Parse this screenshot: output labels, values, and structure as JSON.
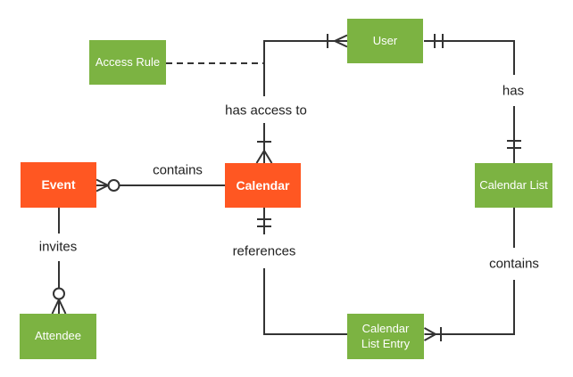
{
  "diagram": {
    "type": "entity-relationship",
    "background": "#FFFFFF",
    "colors": {
      "entity_green": "#7CB342",
      "entity_orange": "#FF5722",
      "connector_line": "#333333",
      "relationship_text": "#212121",
      "entity_text": "#FFFFFF"
    },
    "entities": [
      {
        "label": "Access Rule",
        "color": "#7CB342"
      },
      {
        "label": "User",
        "color": "#7CB342"
      },
      {
        "label": "Event",
        "color": "#FF5722"
      },
      {
        "label": "Calendar",
        "color": "#FF5722"
      },
      {
        "label": "Calendar List",
        "color": "#7CB342"
      },
      {
        "label": "Attendee",
        "color": "#7CB342"
      },
      {
        "label": "Calendar List Entry",
        "color": "#7CB342"
      }
    ],
    "relationships": [
      {
        "label": "contains",
        "from": "Calendar",
        "to": "Event",
        "from_end": "plain",
        "to_end": "zero-or-many",
        "style": "solid"
      },
      {
        "label": "invites",
        "from": "Event",
        "to": "Attendee",
        "from_end": "plain",
        "to_end": "zero-or-many",
        "style": "solid"
      },
      {
        "label": "has access to",
        "from": "User",
        "to": "Calendar",
        "from_end": "one-or-many",
        "to_end": "one-or-many",
        "style": "solid"
      },
      {
        "label": "has",
        "from": "User",
        "to": "Calendar List",
        "from_end": "one-and-only-one",
        "to_end": "one-and-only-one",
        "style": "solid"
      },
      {
        "label": "contains",
        "from": "Calendar List",
        "to": "Calendar List Entry",
        "from_end": "plain",
        "to_end": "one-or-many",
        "style": "solid"
      },
      {
        "label": "references",
        "from": "Calendar",
        "to": "Calendar List Entry",
        "from_end": "one-and-only-one",
        "to_end": "plain",
        "style": "solid"
      },
      {
        "label": "",
        "from": "Access Rule",
        "to": "has access to",
        "from_end": "plain",
        "to_end": "plain",
        "style": "dashed"
      }
    ]
  }
}
